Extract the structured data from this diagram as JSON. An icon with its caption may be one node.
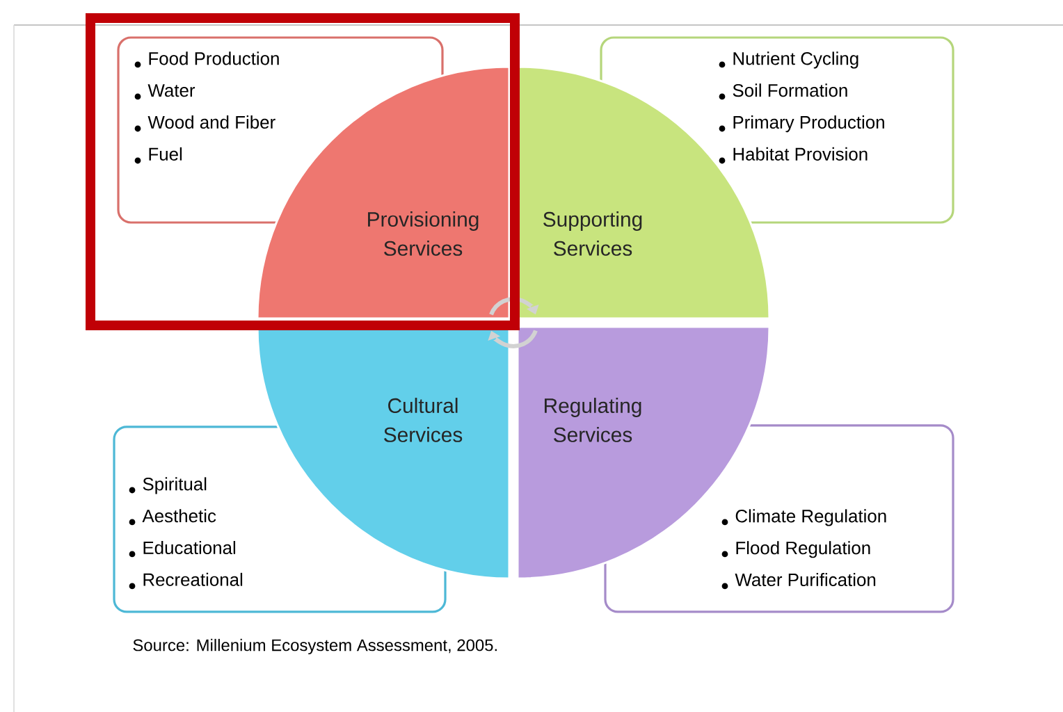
{
  "diagram": {
    "nodes": [
      {
        "text": [
          "Food Production",
          "Water",
          "Wood and Fiber",
          "Fuel"
        ]
      },
      {
        "text": [
          "Provisioning Services"
        ]
      },
      {
        "text": [
          "Supporting Services"
        ]
      },
      {
        "text": [
          "Nutrient Cycling",
          "Soil Formation",
          "Primary Production",
          "Habitat Provision"
        ]
      },
      {
        "text": [
          "Cultural Services"
        ]
      },
      {
        "text": [
          "Regulating Services"
        ]
      },
      {
        "text": [
          "Spiritual",
          "Aesthetic",
          "Educational",
          "Recreational"
        ]
      },
      {
        "text": [
          "Climate Regulation",
          "Flood Regulation",
          "Water Purification"
        ]
      }
    ],
    "edges": [
      {
        "from": 1,
        "to": 2,
        "arrow": "to"
      },
      {
        "from": 5,
        "to": 4,
        "arrow": "to"
      }
    ],
    "labels": [
      "Source: Millenium Ecosystem Assessment, 2005."
    ]
  }
}
